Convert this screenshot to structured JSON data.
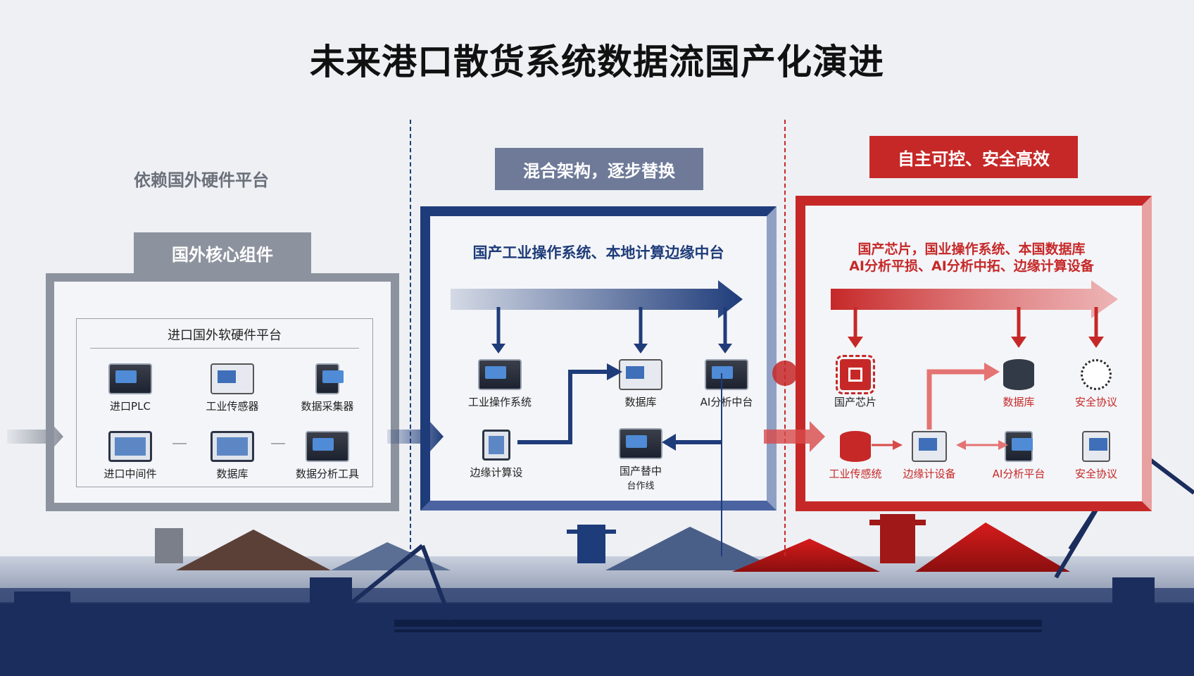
{
  "title": "未来港口散货系统数据流国产化演进",
  "stage1": {
    "top_caption": "依赖国外硬件平台",
    "tag": "国外核心组件",
    "panel_title": "进口国外软硬件平台",
    "nodes": [
      "进口PLC",
      "工业传感器",
      "数据采集器",
      "进口中间件",
      "数据库",
      "数据分析工具"
    ]
  },
  "stage2": {
    "tag": "混合架构，逐步替换",
    "panel_title": "国产工业操作系统、本地计算边缘中台",
    "nodes": [
      "工业操作系统",
      "数据库",
      "AI分析中台",
      "边缘计算设",
      "国产替中",
      "台作线"
    ]
  },
  "stage3": {
    "tag": "自主可控、安全高效",
    "panel_title_line1": "国产芯片，国业操作系统、本国数据库",
    "panel_title_line2": "AI分析平损、AI分析中拓、边缘计算设备",
    "nodes": [
      "国产芯片",
      "数据库",
      "安全协议",
      "工业传感统",
      "边缘计设备",
      "AI分析平台",
      "安全协议"
    ]
  },
  "colors": {
    "gray": "#8d939e",
    "blue": "#1f3c7a",
    "red": "#c62828",
    "ground": "#1b2d5c"
  }
}
